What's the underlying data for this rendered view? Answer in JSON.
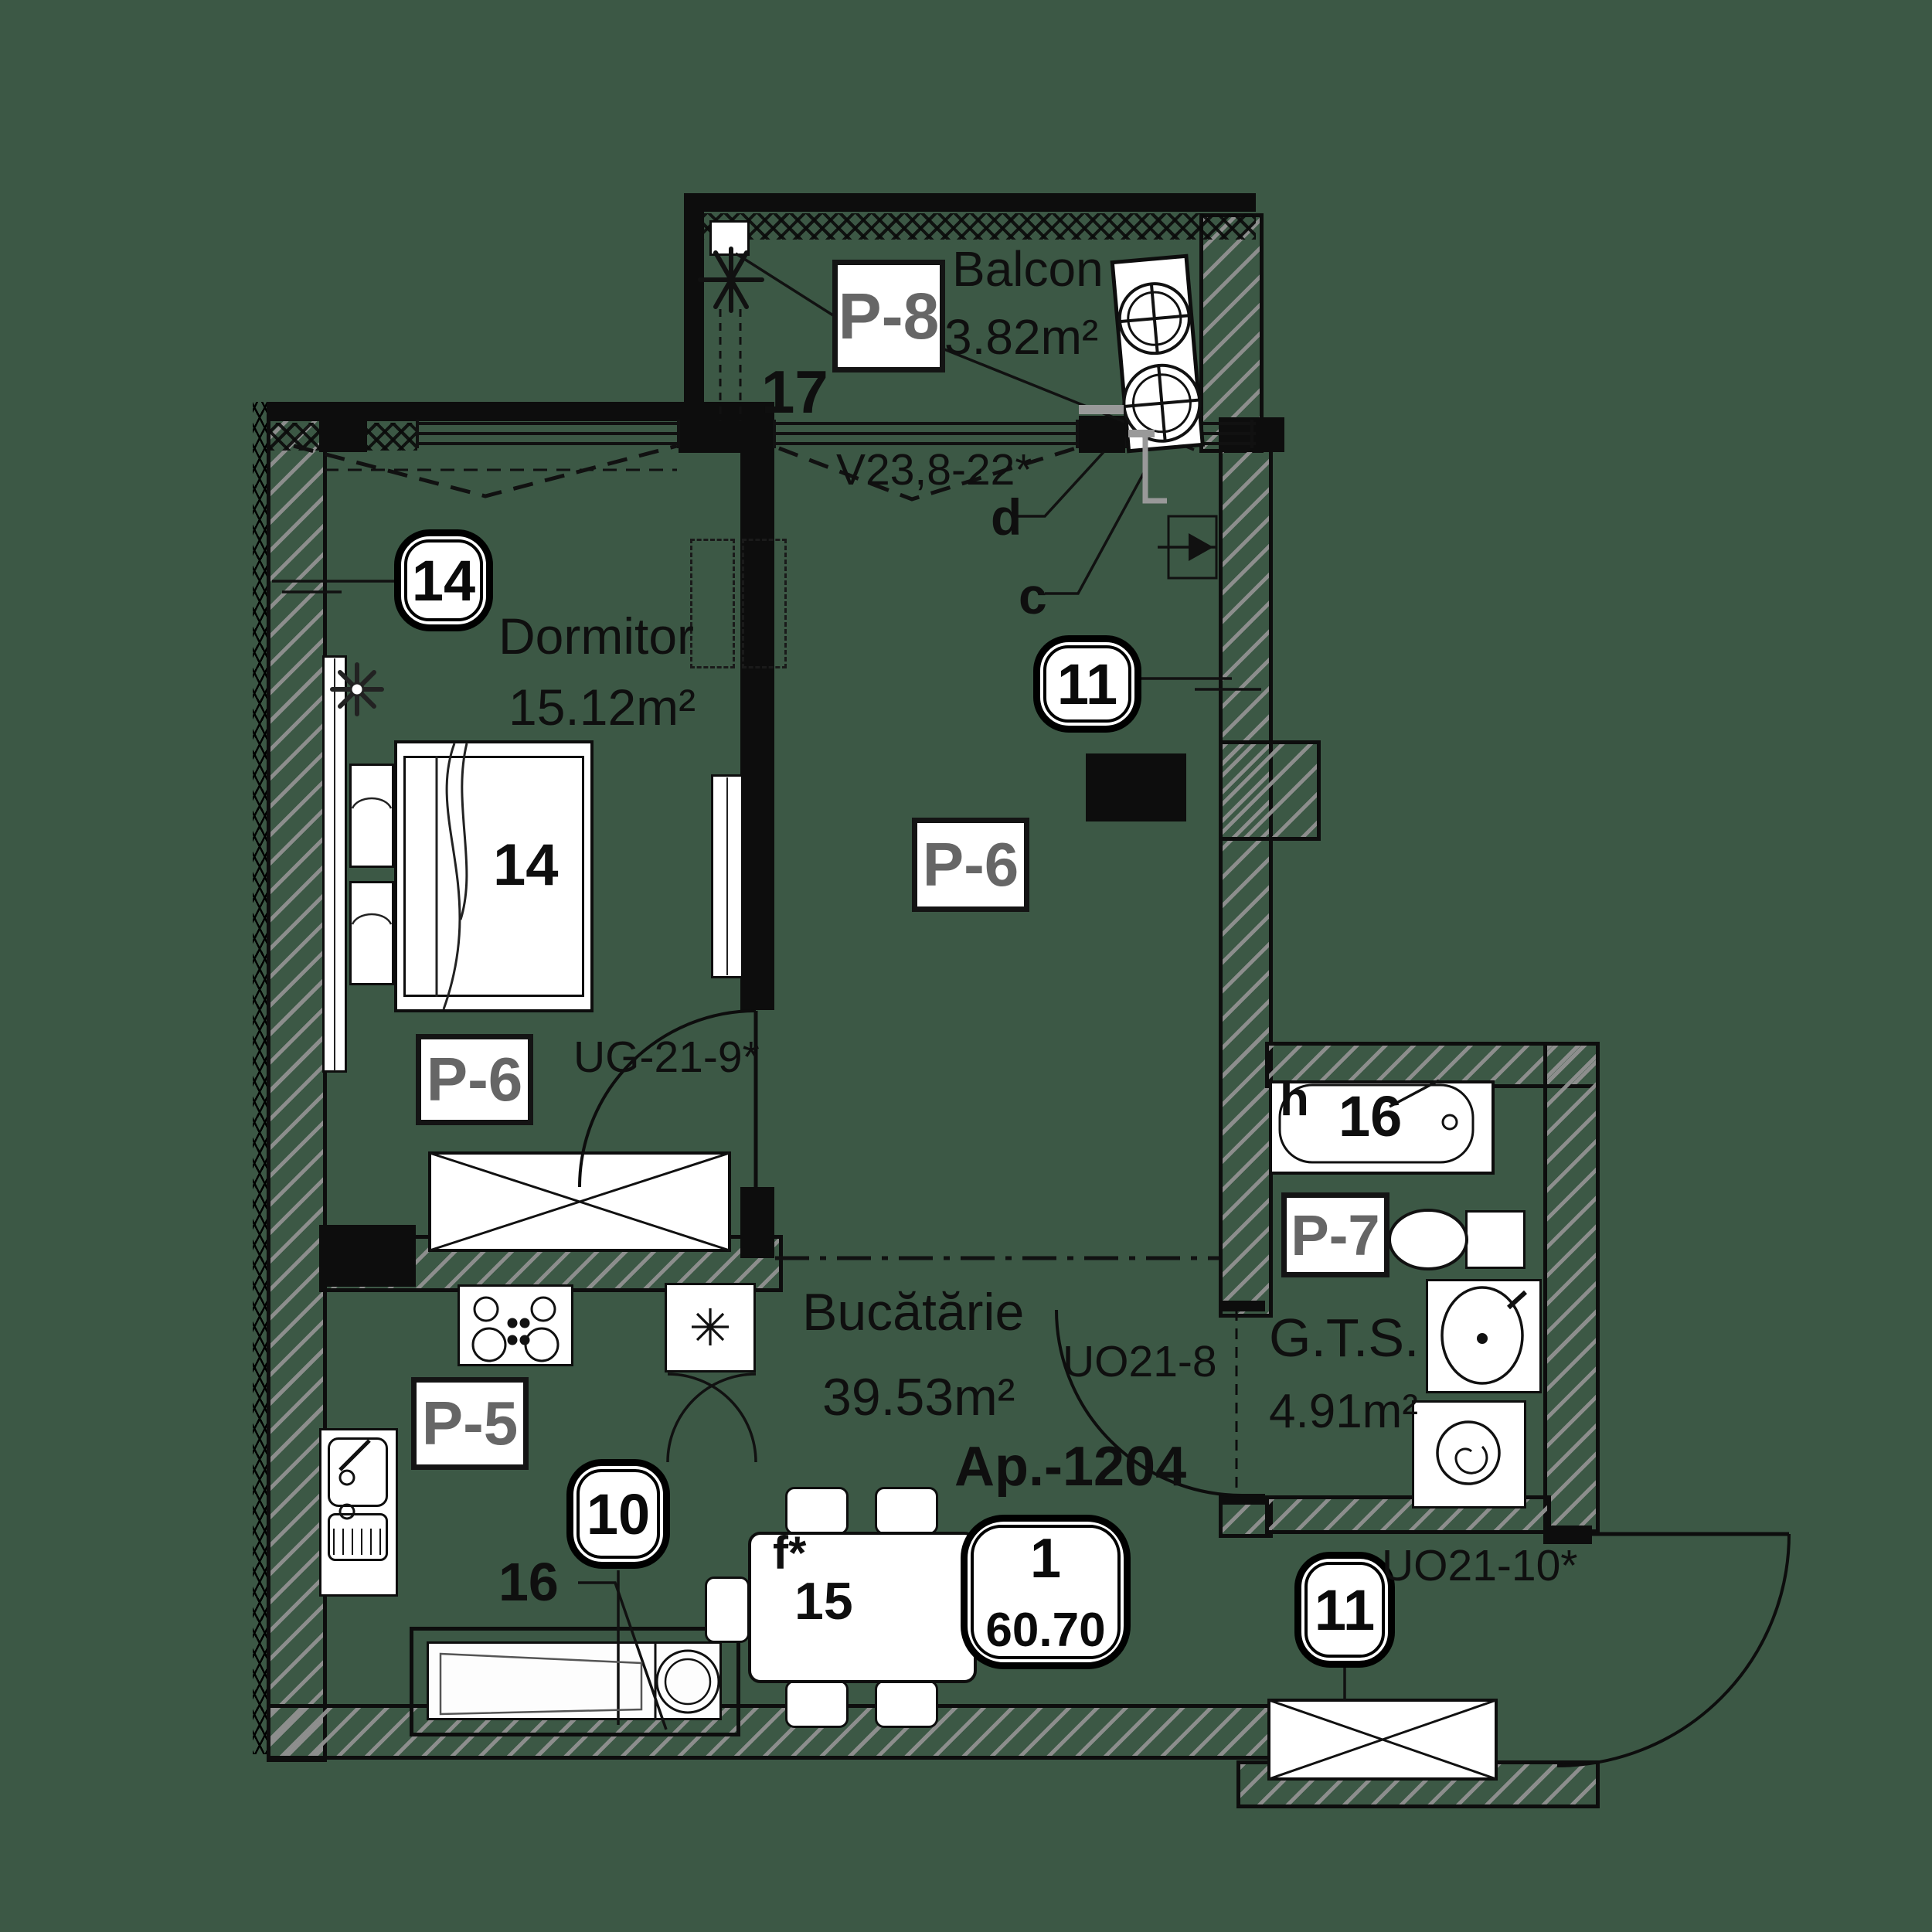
{
  "apartment": {
    "code": "Ap.-1204",
    "badge": {
      "unit_number": "1",
      "total_area": "60.70"
    }
  },
  "rooms": {
    "balcon": {
      "name": "Balcon",
      "area": "3.82m²",
      "finish": "P-8",
      "item": "17"
    },
    "dormitor": {
      "name": "Dormitor",
      "area": "15.12m²",
      "finish": "P-6",
      "badge": "14",
      "bed_item": "14"
    },
    "bucatarie": {
      "name": "Bucătărie",
      "area": "39.53m²",
      "finish_kitchen": "P-5",
      "finish_living": "P-6",
      "window_badge": "11",
      "counter_badge": "10",
      "counter_item": "16",
      "table_item": "15",
      "table_note": "f*"
    },
    "gts": {
      "name": "G.T.S.",
      "area": "4.91m²",
      "finish": "P-7",
      "tub_item": "16",
      "tub_note": "h"
    },
    "hol": {
      "badge": "11"
    }
  },
  "openings": {
    "balcony_window": "V23,8-22*",
    "bedroom_door": "UG-21-9*",
    "bathroom_door": "UO21-8",
    "entry_door": "UO21-10*",
    "riser_hot": "d",
    "riser_cold": "c"
  },
  "symbols": {
    "appliance_star": "✳"
  },
  "colors": {
    "background": "#3C5845",
    "wall": "#0D0D0D",
    "finish_label": "#666666",
    "line": "#111111"
  }
}
